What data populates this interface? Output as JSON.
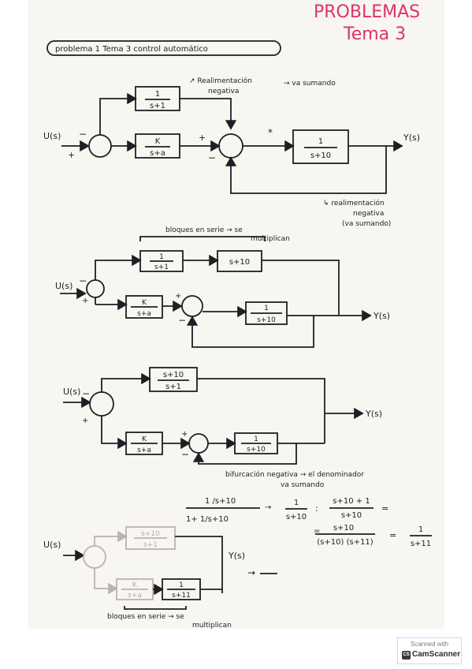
{
  "header": {
    "title_line1": "PROBLEMAS",
    "title_line2": "Tema 3",
    "subtitle": "problema  1  Tema 3    control  automático",
    "colors": {
      "title": "#e0326a",
      "ink": "#1e1e24",
      "faded": "#b5acac"
    }
  },
  "diagram1": {
    "blocks": {
      "top": [
        "1",
        "s+1"
      ],
      "middle": [
        "K",
        "s+a"
      ],
      "plant": [
        "1",
        "s+10"
      ]
    },
    "input": "U(s)",
    "output": "Y(s)",
    "signs": {
      "minus1": "−",
      "plus1": "+",
      "plus2": "+",
      "minus2": "−",
      "star": "*"
    },
    "note_top": "↗ Realimentación\n  negativa",
    "note_top_arrow": "→ va sumando",
    "note_bottom": "↳ realimentación\n     negativa\n    (va sumando)"
  },
  "diagram2": {
    "note_top": "bloques en serie → se\n           multiplican",
    "blocks": {
      "top1": [
        "1",
        "s+1"
      ],
      "top2": "s+10",
      "middle": [
        "K",
        "s+a"
      ],
      "plant": [
        "1",
        "s+10"
      ]
    },
    "input": "U(s)",
    "output": "Y(s)",
    "signs": {
      "minus1": "−",
      "plus1": "+",
      "plus2": "+",
      "minus2": "−"
    }
  },
  "diagram3": {
    "blocks": {
      "top": [
        "s+10",
        "s+1"
      ],
      "middle": [
        "K",
        "s+a"
      ],
      "feedback": [
        "1",
        "s+10"
      ]
    },
    "input": "U(s)",
    "output": "Y(s)",
    "signs": {
      "minus1": "−",
      "plus1": "+",
      "plus2": "+",
      "minus2": "−"
    },
    "note": "bifurcación negativa → el denominador\n       va sumando"
  },
  "equations": {
    "lhs_num": "1 /s+10",
    "lhs_den": "1+   1/s+10",
    "mid_num": "1",
    "mid_den": "s+10",
    "div": ":",
    "rhs_num": "s+10 + 1",
    "rhs_den": "s+10",
    "eq1": "=",
    "line2_prefix": "=",
    "line2_num": "s+10",
    "line2_den": "(s+10)  (s+11)",
    "eq2": "=",
    "final_num": "1",
    "final_den": "s+11"
  },
  "diagram4": {
    "blocks": {
      "top": [
        "s+10",
        "s+1"
      ],
      "bottom1": [
        "K",
        "s+a"
      ],
      "bottom2": [
        "1",
        "s+11"
      ]
    },
    "input": "U(s)",
    "output": "Y(s)",
    "arrow_label": "→",
    "note": "bloques en serie → se\n          multiplican"
  },
  "scanner_badge": {
    "top": "Scanned with",
    "logo": "CS",
    "name": "CamScanner"
  }
}
